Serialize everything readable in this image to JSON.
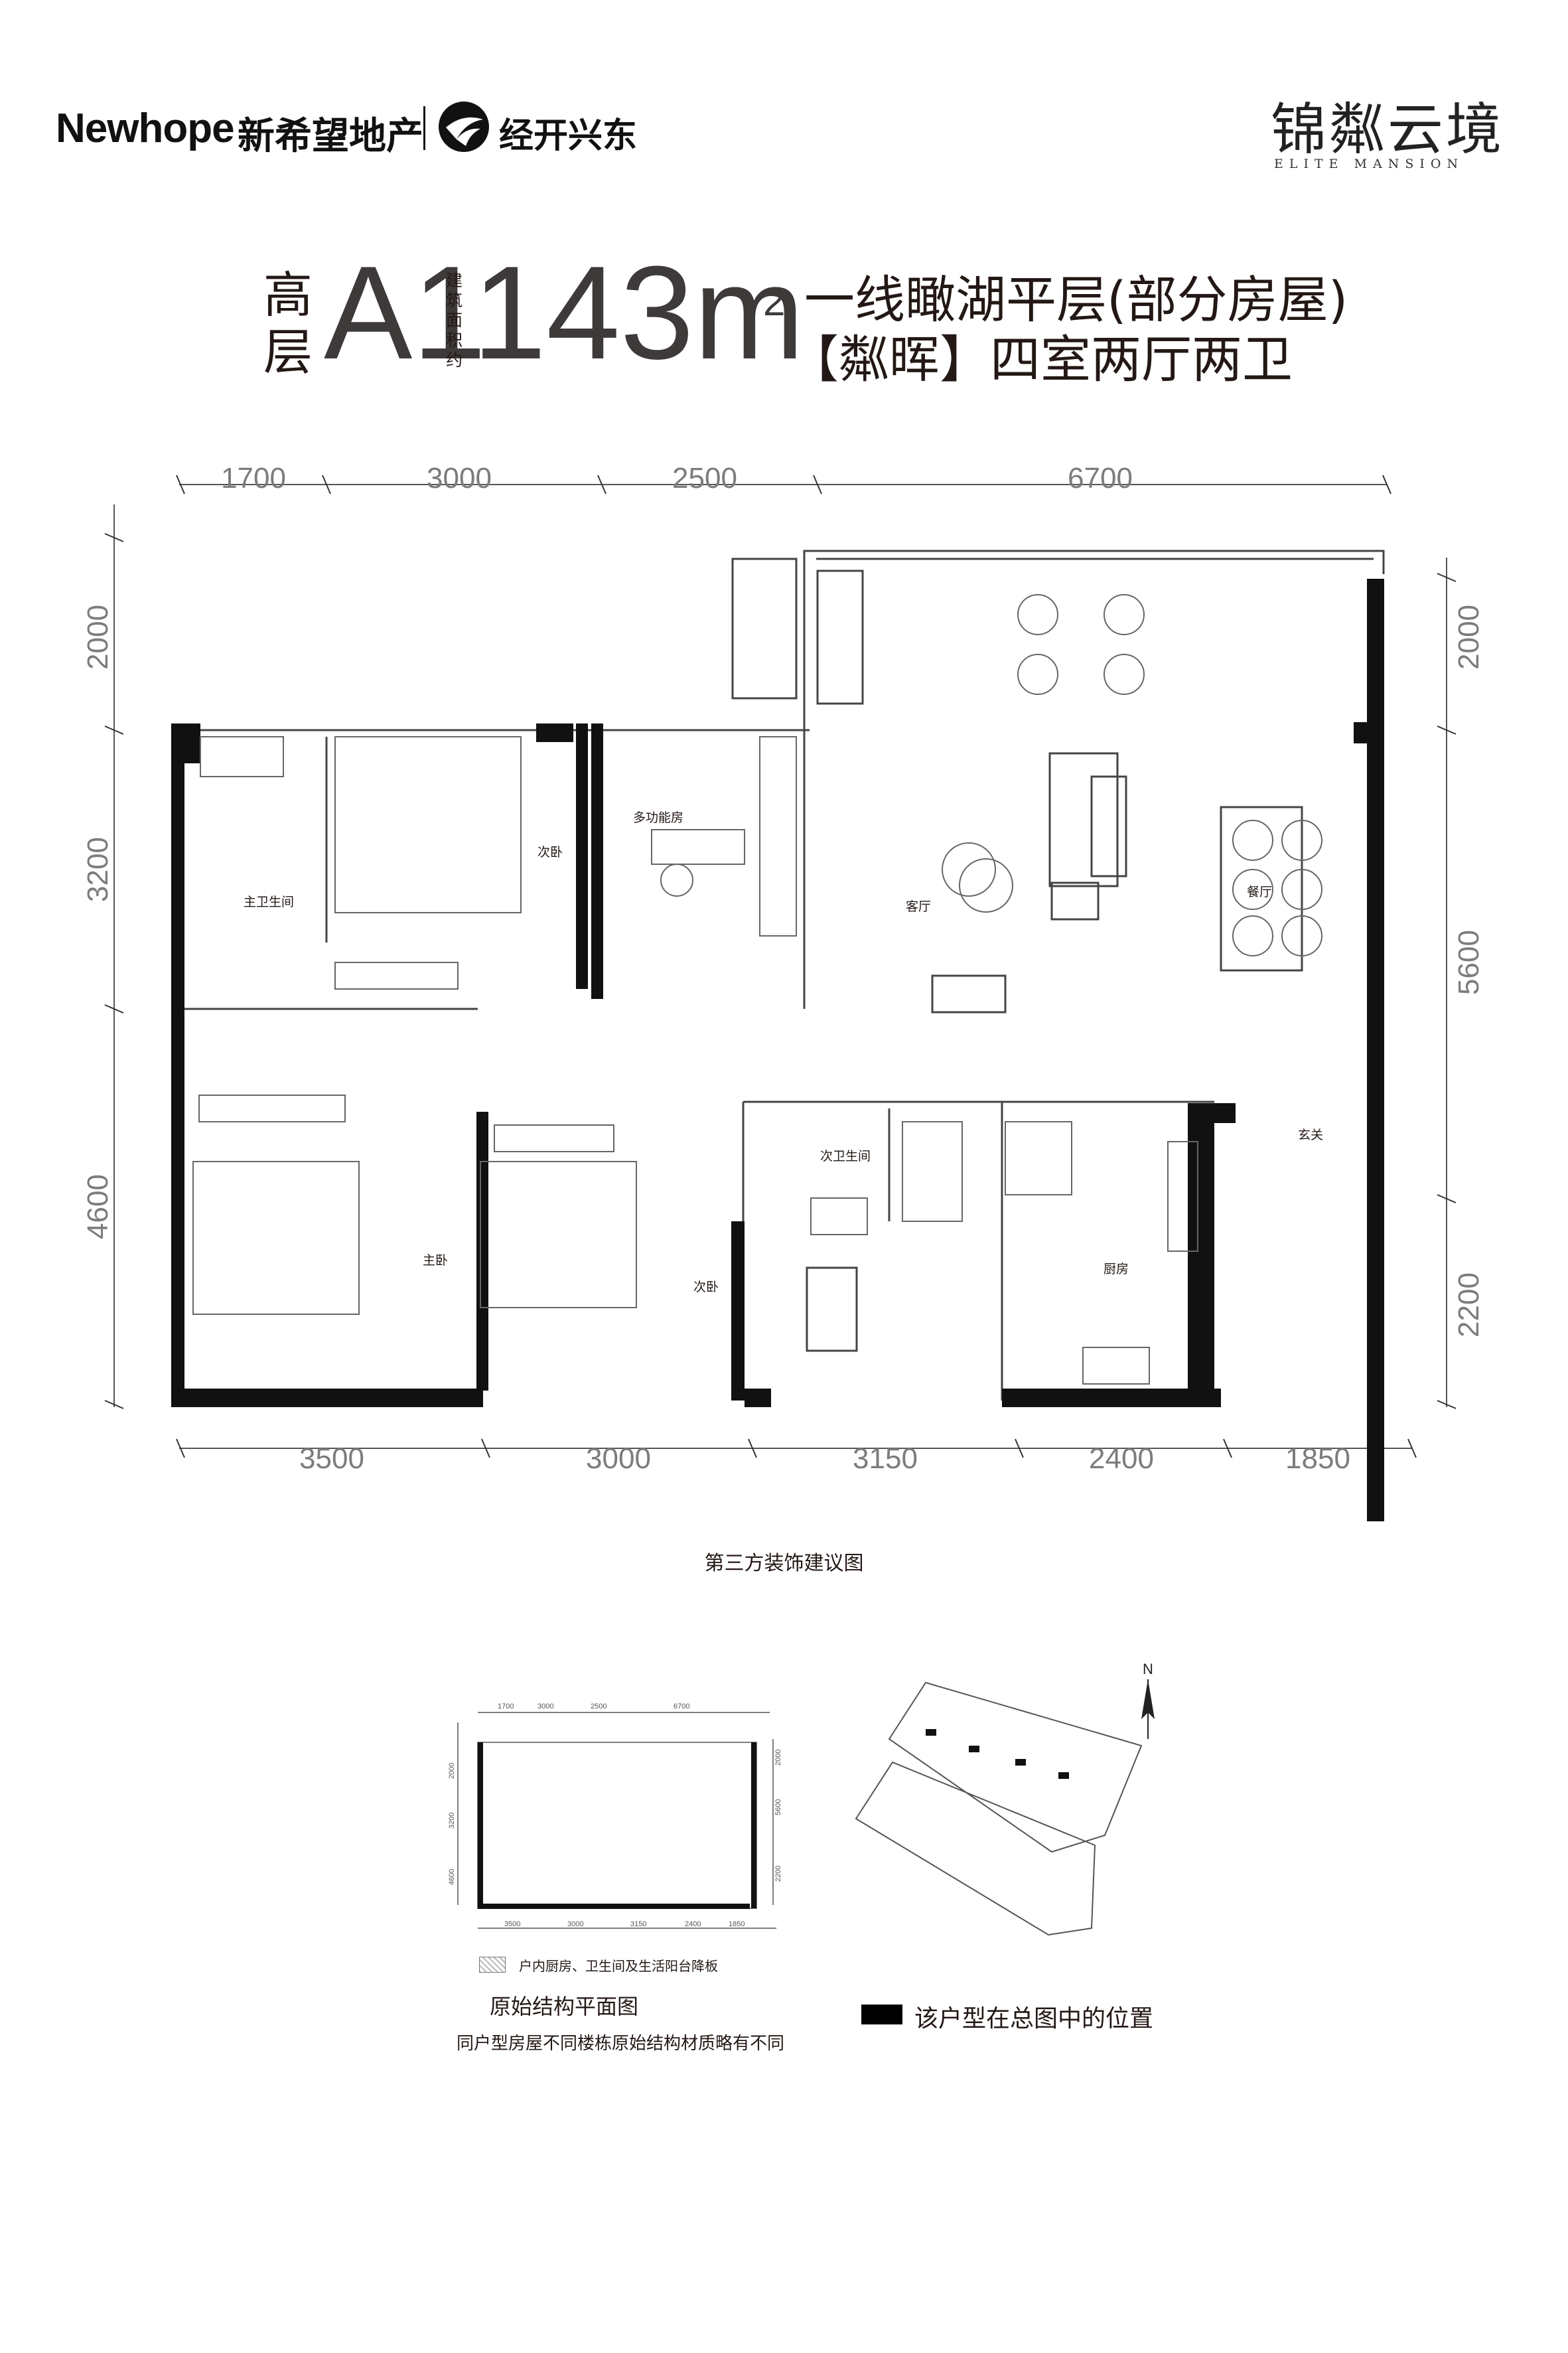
{
  "header": {
    "brand": "Newhope",
    "brand_cn": "新希望地产",
    "partner": "经开兴东",
    "project_cn": "锦粼云境",
    "project_en": "ELITE MANSION"
  },
  "title": {
    "tier": "高层",
    "type_code": "A1",
    "area_label": "建筑面积约",
    "area_value": "143m",
    "area_unit_sup": "2",
    "tagline1": "一线瞰湖平层(部分房屋)",
    "tagline2": "【粼晖】四室两厅两卫"
  },
  "plan": {
    "top_dims": [
      "1700",
      "3000",
      "2500",
      "6700"
    ],
    "bottom_dims": [
      "3500",
      "3000",
      "3150",
      "2400",
      "1850"
    ],
    "left_dims": [
      "2000",
      "3200",
      "4600"
    ],
    "right_dims": [
      "2000",
      "5600",
      "2200"
    ],
    "rooms": {
      "master_bath": "主卫生间",
      "second_bed_a": "次卧",
      "multi_room": "多功能房",
      "living": "客厅",
      "dining": "餐厅",
      "master_bed": "主卧",
      "second_bed_b": "次卧",
      "second_bath": "次卫生间",
      "kitchen": "厨房",
      "entry": "玄关"
    },
    "caption": "第三方装饰建议图"
  },
  "small_plan": {
    "top_dims": [
      "1700",
      "3000",
      "2500",
      "6700"
    ],
    "bottom_dims": [
      "3500",
      "3000",
      "3150",
      "2400",
      "1850"
    ],
    "left_dims": [
      "2000",
      "3200",
      "4600"
    ],
    "right_dims": [
      "2000",
      "5600",
      "2200"
    ]
  },
  "legend": {
    "hatch_label": "户内厨房、卫生间及生活阳台降板",
    "original_title": "原始结构平面图",
    "original_note": "同户型房屋不同楼栋原始结构材质略有不同",
    "position_label": "该户型在总图中的位置",
    "north": "N"
  },
  "notes": []
}
